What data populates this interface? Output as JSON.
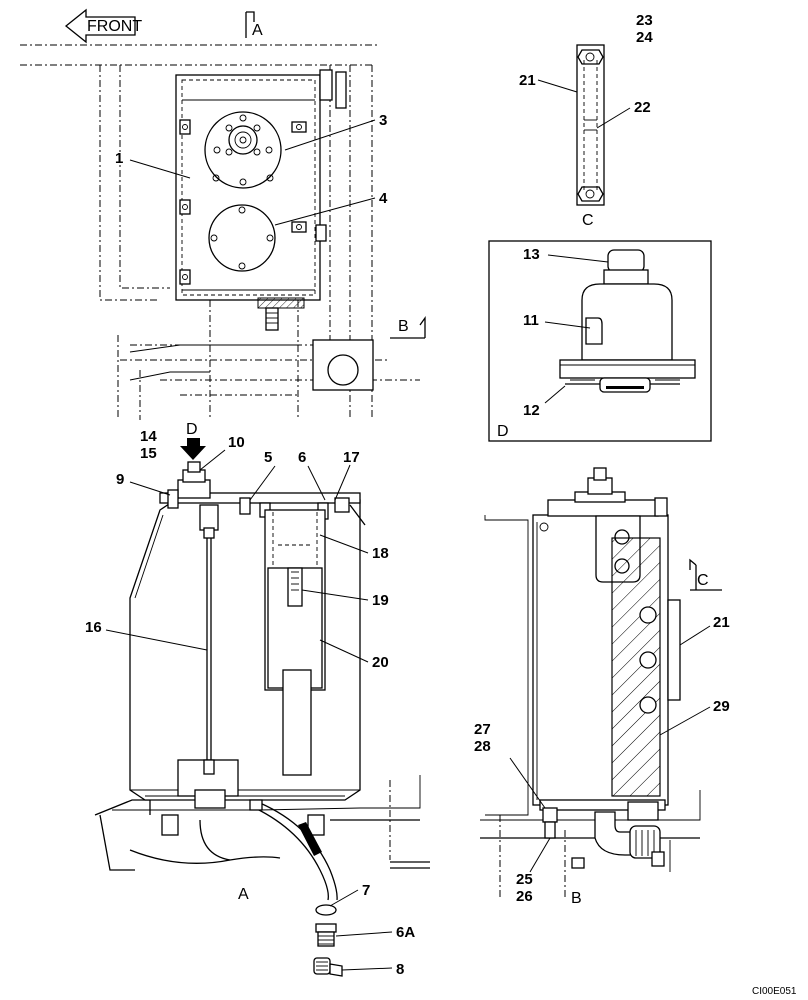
{
  "direction": {
    "label": "FRONT"
  },
  "views": {
    "a_top": "A",
    "a_bottom": "A",
    "b_side": "B",
    "b_bottom": "B",
    "c_top": "C",
    "c_side": "C",
    "d_box": "D",
    "d_arrow": "D"
  },
  "callouts": {
    "c1": "1",
    "c3": "3",
    "c4": "4",
    "c23": "23",
    "c24": "24",
    "c21a": "21",
    "c22": "22",
    "c13": "13",
    "c11": "11",
    "c12": "12",
    "c14": "14",
    "c15": "15",
    "c10": "10",
    "c5": "5",
    "c6": "6",
    "c17": "17",
    "c9": "9",
    "c18": "18",
    "c19": "19",
    "c16": "16",
    "c20": "20",
    "c7": "7",
    "c6a": "6A",
    "c8": "8",
    "c21b": "21",
    "c29": "29",
    "c27": "27",
    "c28": "28",
    "c25": "25",
    "c26": "26"
  },
  "figure_code": "CI00E051"
}
